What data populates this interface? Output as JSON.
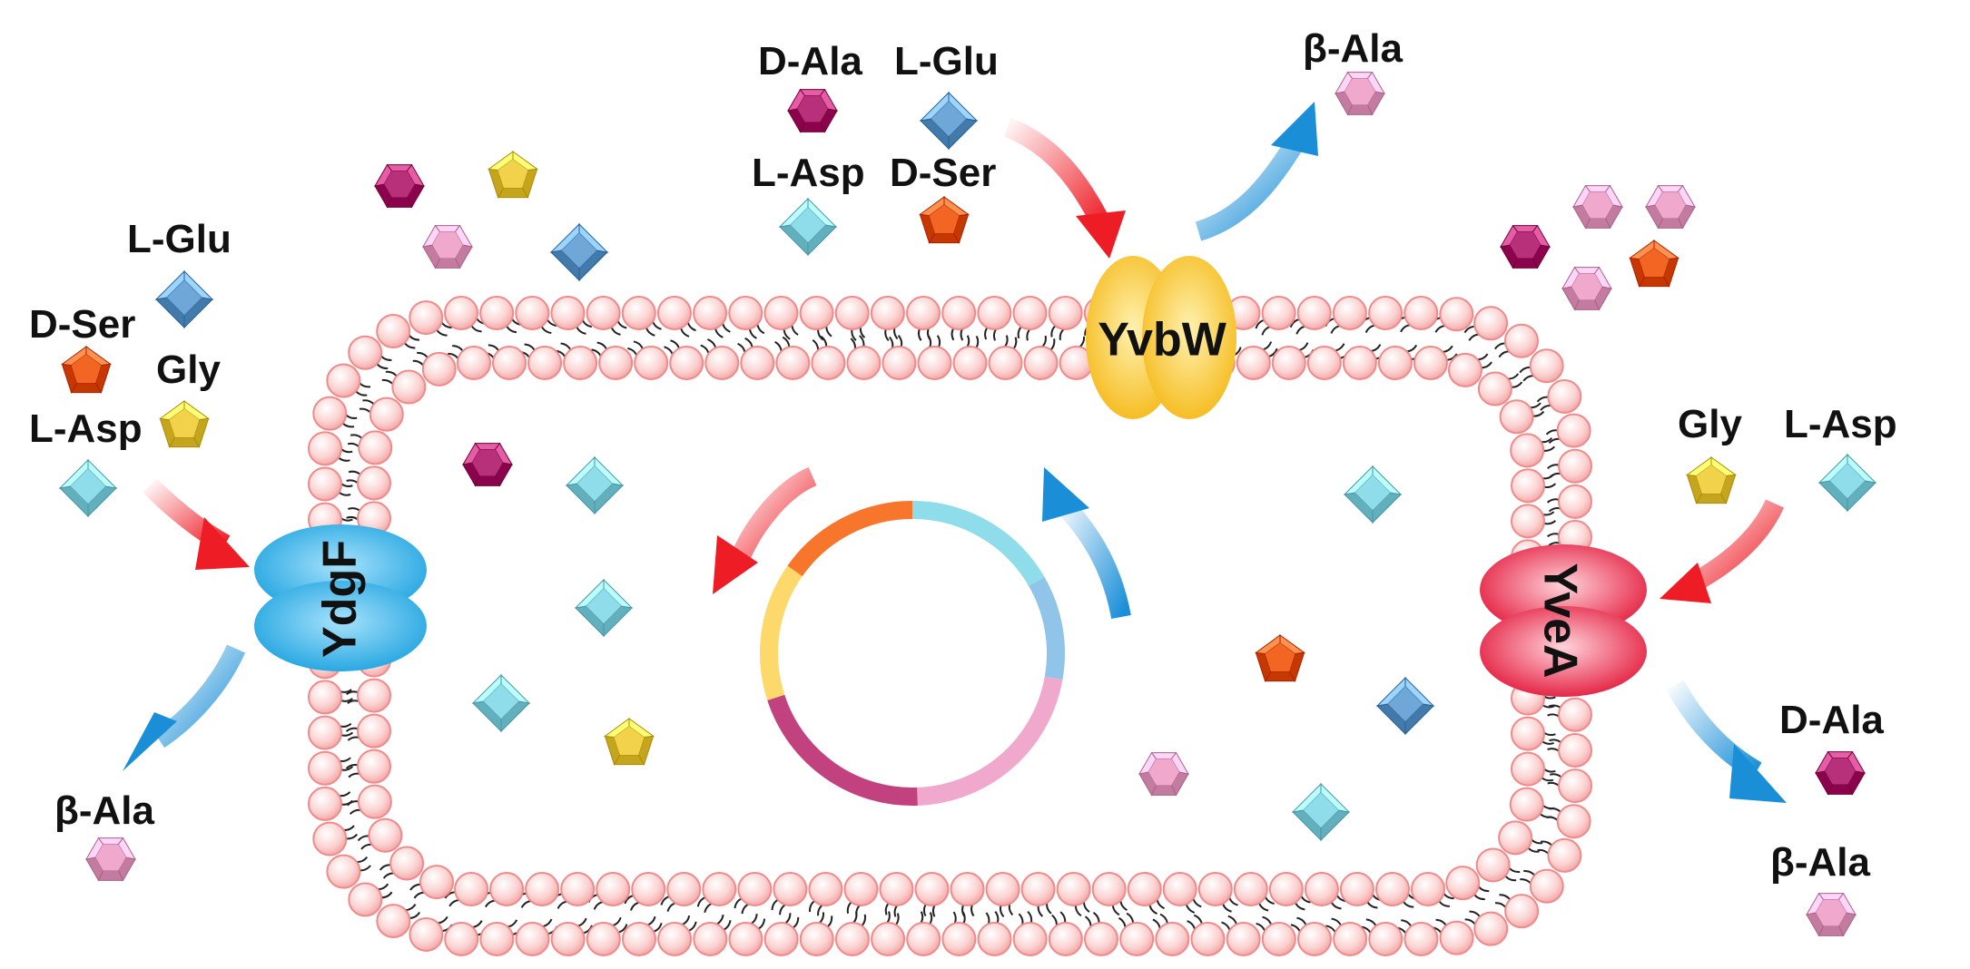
{
  "labels": {
    "top_center_dala": "D-Ala",
    "top_center_lglu": "L-Glu",
    "top_center_lasp": "L-Asp",
    "top_center_dser": "D-Ser",
    "top_right_bala": "β-Ala",
    "left_lglu": "L-Glu",
    "left_dser": "D-Ser",
    "left_gly": "Gly",
    "left_lasp": "L-Asp",
    "left_bala": "β-Ala",
    "right_gly": "Gly",
    "right_lasp": "L-Asp",
    "right_dala": "D-Ala",
    "right_bala": "β-Ala"
  },
  "transporters": {
    "left": "YdgF",
    "top": "YvbW",
    "right": "YveA"
  },
  "colors": {
    "membrane_bead": "#fbd0cf",
    "membrane_bead_edge": "#f08a8a",
    "d_ala": "#b8307a",
    "beta_ala": "#f0a8cc",
    "l_glu": "#6fa8d8",
    "l_asp": "#8fdcea",
    "d_ser": "#f26522",
    "gly": "#f2d24a",
    "ydgf": "#29aae2",
    "yvbw": "#f7c431",
    "yvea": "#e8213f",
    "import_arrow": "#ee1c25",
    "export_arrow": "#1a8fd8"
  },
  "plasmid_segments": [
    "#8fdcea",
    "#90c4e8",
    "#f0a8cc",
    "#c2417f",
    "#fcd96a",
    "#f7762b"
  ]
}
